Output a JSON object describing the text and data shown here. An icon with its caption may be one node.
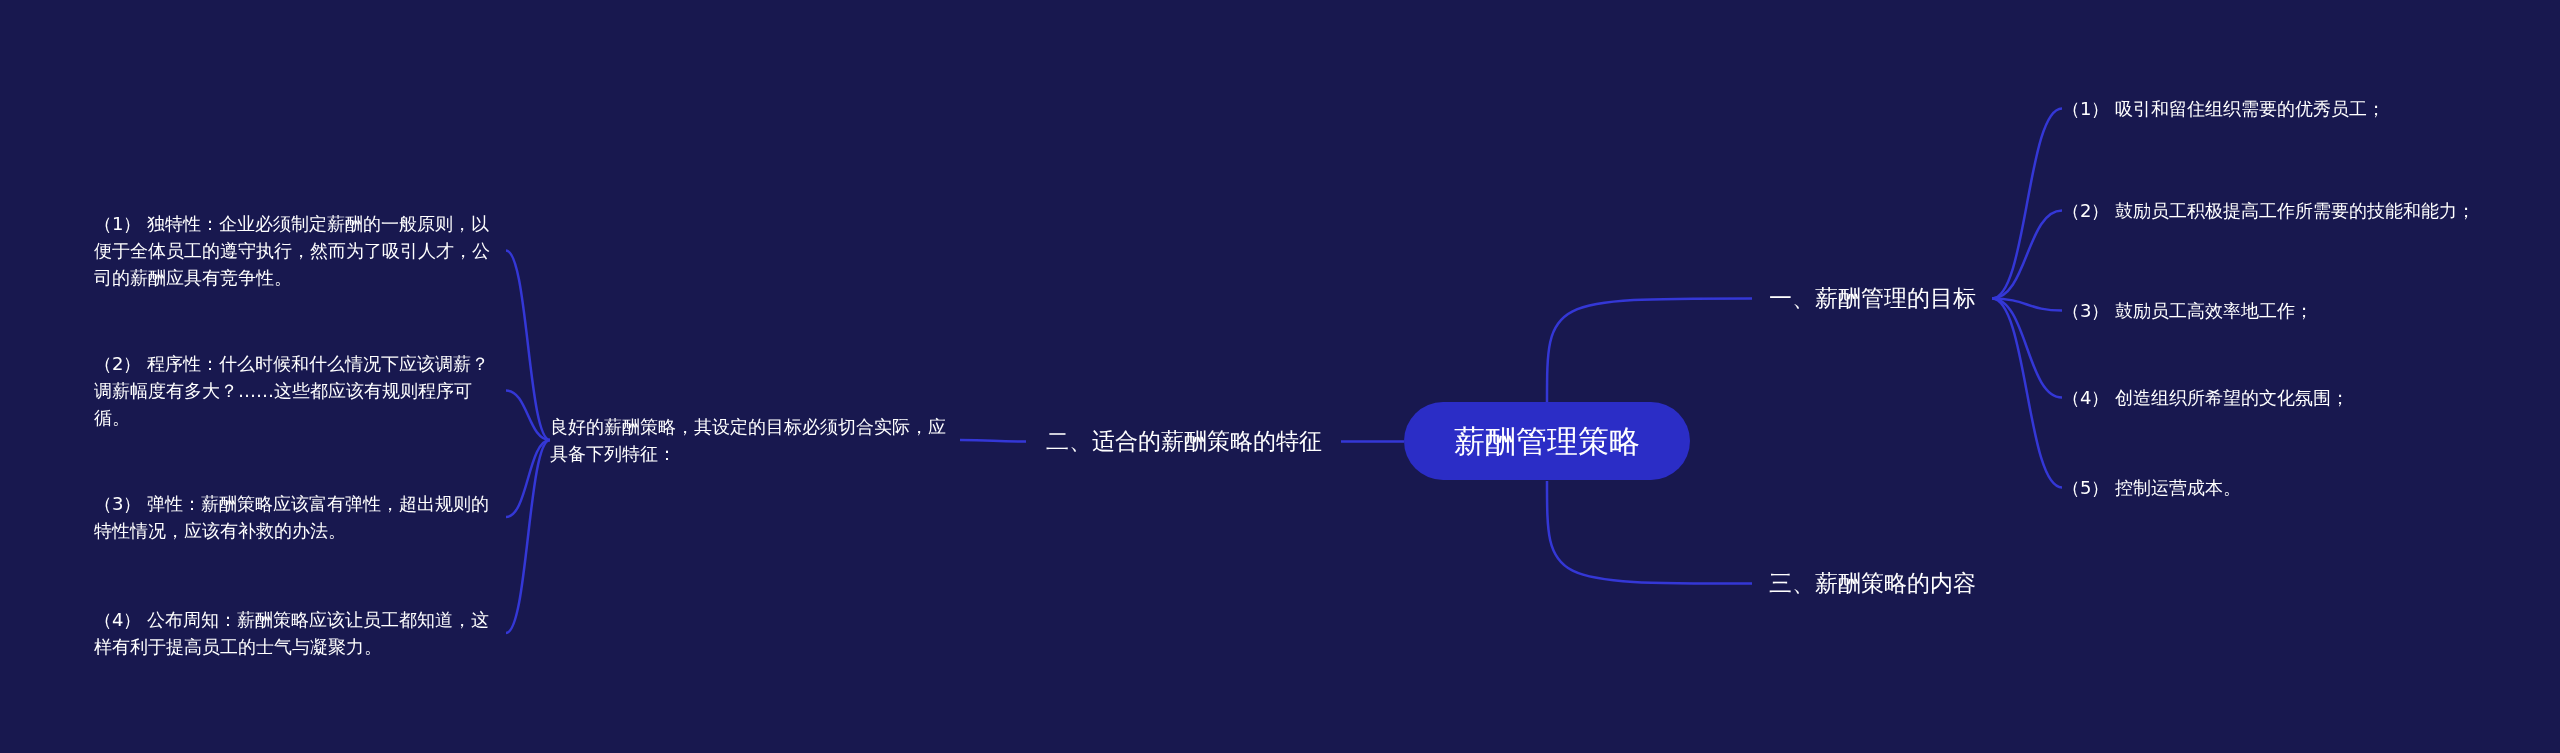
{
  "diagram": {
    "nodes": [
      {
        "text": [
          "薪酬管理策略"
        ]
      },
      {
        "text": [
          "一、薪酬管理的目标"
        ]
      },
      {
        "text": [
          "（1） 吸引和留住组织需要的优秀员工；"
        ]
      },
      {
        "text": [
          "（2） 鼓励员工积极提高工作所需要的技能和能力；"
        ]
      },
      {
        "text": [
          "（3） 鼓励员工高效率地工作；"
        ]
      },
      {
        "text": [
          "（4） 创造组织所希望的文化氛围；"
        ]
      },
      {
        "text": [
          "（5） 控制运营成本。"
        ]
      },
      {
        "text": [
          "三、薪酬策略的内容"
        ]
      },
      {
        "text": [
          "二、适合的薪酬策略的特征"
        ]
      },
      {
        "text": [
          "良好的薪酬策略，其设定的目标必须切合实际，应具备下列特征："
        ]
      },
      {
        "text": [
          "（1） 独特性：企业必须制定薪酬的一般原则，以便于全体员工的遵守执行，然而为了吸引人才，公司的薪酬应具有竞争性。"
        ]
      },
      {
        "text": [
          "（2） 程序性：什么时候和什么情况下应该调薪？调薪幅度有多大？……这些都应该有规则程序可循。"
        ]
      },
      {
        "text": [
          "（3） 弹性：薪酬策略应该富有弹性，超出规则的特性情况，应该有补救的办法。"
        ]
      },
      {
        "text": [
          "（4） 公布周知：薪酬策略应该让员工都知道，这样有利于提高员工的士气与凝聚力。"
        ]
      }
    ],
    "edges": [
      {
        "from": 0,
        "to": 1,
        "arrow": "none"
      },
      {
        "from": 1,
        "to": 2,
        "arrow": "none"
      },
      {
        "from": 1,
        "to": 3,
        "arrow": "none"
      },
      {
        "from": 1,
        "to": 4,
        "arrow": "none"
      },
      {
        "from": 1,
        "to": 5,
        "arrow": "none"
      },
      {
        "from": 1,
        "to": 6,
        "arrow": "none"
      },
      {
        "from": 0,
        "to": 7,
        "arrow": "none"
      },
      {
        "from": 0,
        "to": 8,
        "arrow": "none"
      },
      {
        "from": 8,
        "to": 9,
        "arrow": "none"
      },
      {
        "from": 9,
        "to": 10,
        "arrow": "none"
      },
      {
        "from": 9,
        "to": 11,
        "arrow": "none"
      },
      {
        "from": 9,
        "to": 12,
        "arrow": "none"
      },
      {
        "from": 9,
        "to": 13,
        "arrow": "none"
      }
    ]
  }
}
